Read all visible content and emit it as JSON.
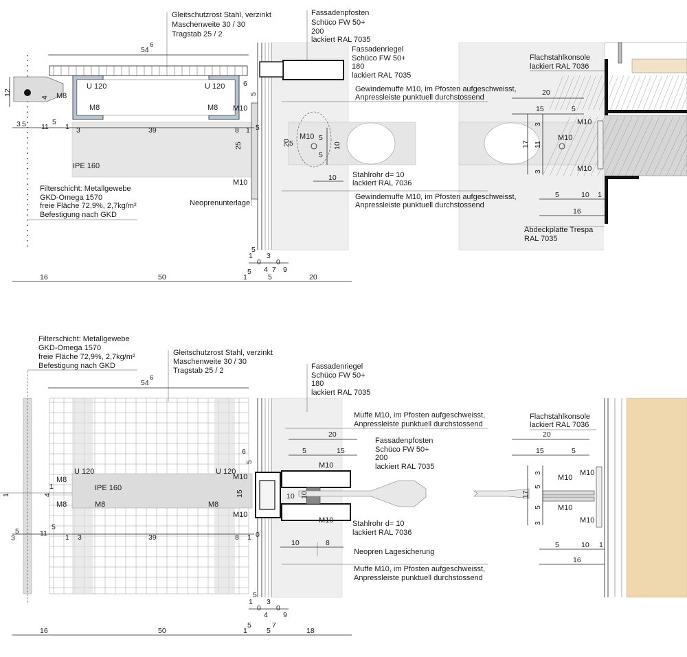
{
  "top": {
    "notes": {
      "grating": [
        "Gleitschutzrost Stahl, verzinkt",
        "Maschenweite 30 / 30",
        "Tragstab 25 / 2"
      ],
      "post": [
        "Fassadenpfosten",
        "Schüco FW 50+",
        "200",
        "lackiert RAL 7035"
      ],
      "rail": [
        "Fassadenriegel",
        "Schüco FW 50+",
        "180",
        "lackiert RAL 7035"
      ],
      "bracket": [
        "Flachstahlkonsole",
        "lackiert RAL 7036"
      ],
      "muffe1": [
        "Gewindemuffe M10, im Pfosten aufgeschweisst,",
        "Anpressleiste punktuell durchstossend"
      ],
      "tube": [
        "Stahlrohr d= 10",
        "lackiert RAL 7036"
      ],
      "muffe2": [
        "Gewindemuffe M10, im Pfosten aufgeschweisst,",
        "Anpressleiste punktuell durchstossend"
      ],
      "filter": [
        "Filterschicht: Metallgewebe",
        "GKD-Omega 1570",
        "freie Fläche 72,9%, 2,7kg/m²",
        "Befestigung nach GKD"
      ],
      "neoprene": "Neoprenunterlage",
      "cover": [
        "Abdeckplatte Trespa",
        "RAL 7035"
      ],
      "profiles": {
        "u1": "U 120",
        "u2": "U 120",
        "ipe": "IPE 160",
        "m8": "M8",
        "m10": "M10"
      }
    },
    "dims": {
      "d54": "54",
      "d6": "6",
      "d12": "12",
      "d4": "4",
      "d5": "5",
      "d3": "3",
      "d11": "11",
      "d1": "1",
      "d39": "39",
      "d8": "8",
      "d25": "25",
      "d20": "20",
      "d10": "10",
      "d15": "15",
      "d17": "17",
      "d16": "16",
      "d50": "50",
      "d0": "0",
      "d7": "7",
      "d9": "9"
    }
  },
  "bottom": {
    "notes": {
      "filter": [
        "Filterschicht: Metallgewebe",
        "GKD-Omega 1570",
        "freie Fläche 72,9%, 2,7kg/m²",
        "Befestigung nach GKD"
      ],
      "grating": [
        "Gleitschutzrost Stahl, verzinkt",
        "Maschenweite 30 / 30",
        "Tragstab 25 / 2"
      ],
      "rail": [
        "Fassadenriegel",
        "Schüco FW 50+",
        "180",
        "lackiert RAL 7035"
      ],
      "muffe1": [
        "Muffe M10, im Pfosten aufgeschweisst,",
        "Anpressleiste punktuell durchstossend"
      ],
      "post": [
        "Fassadenpfosten",
        "Schüco FW 50+",
        "200",
        "lackiert RAL 7035"
      ],
      "bracket": [
        "Flachstahlkonsole",
        "lackiert RAL 7036"
      ],
      "tube": [
        "Stahlrohr d= 10",
        "lackiert RAL 7036"
      ],
      "neoprene": "Neopren Lagesicherung",
      "muffe2": [
        "Muffe M10, im Pfosten aufgeschweisst,",
        "Anpressleiste punktuell durchstossend"
      ]
    },
    "dims": {
      "d18": "18"
    }
  }
}
